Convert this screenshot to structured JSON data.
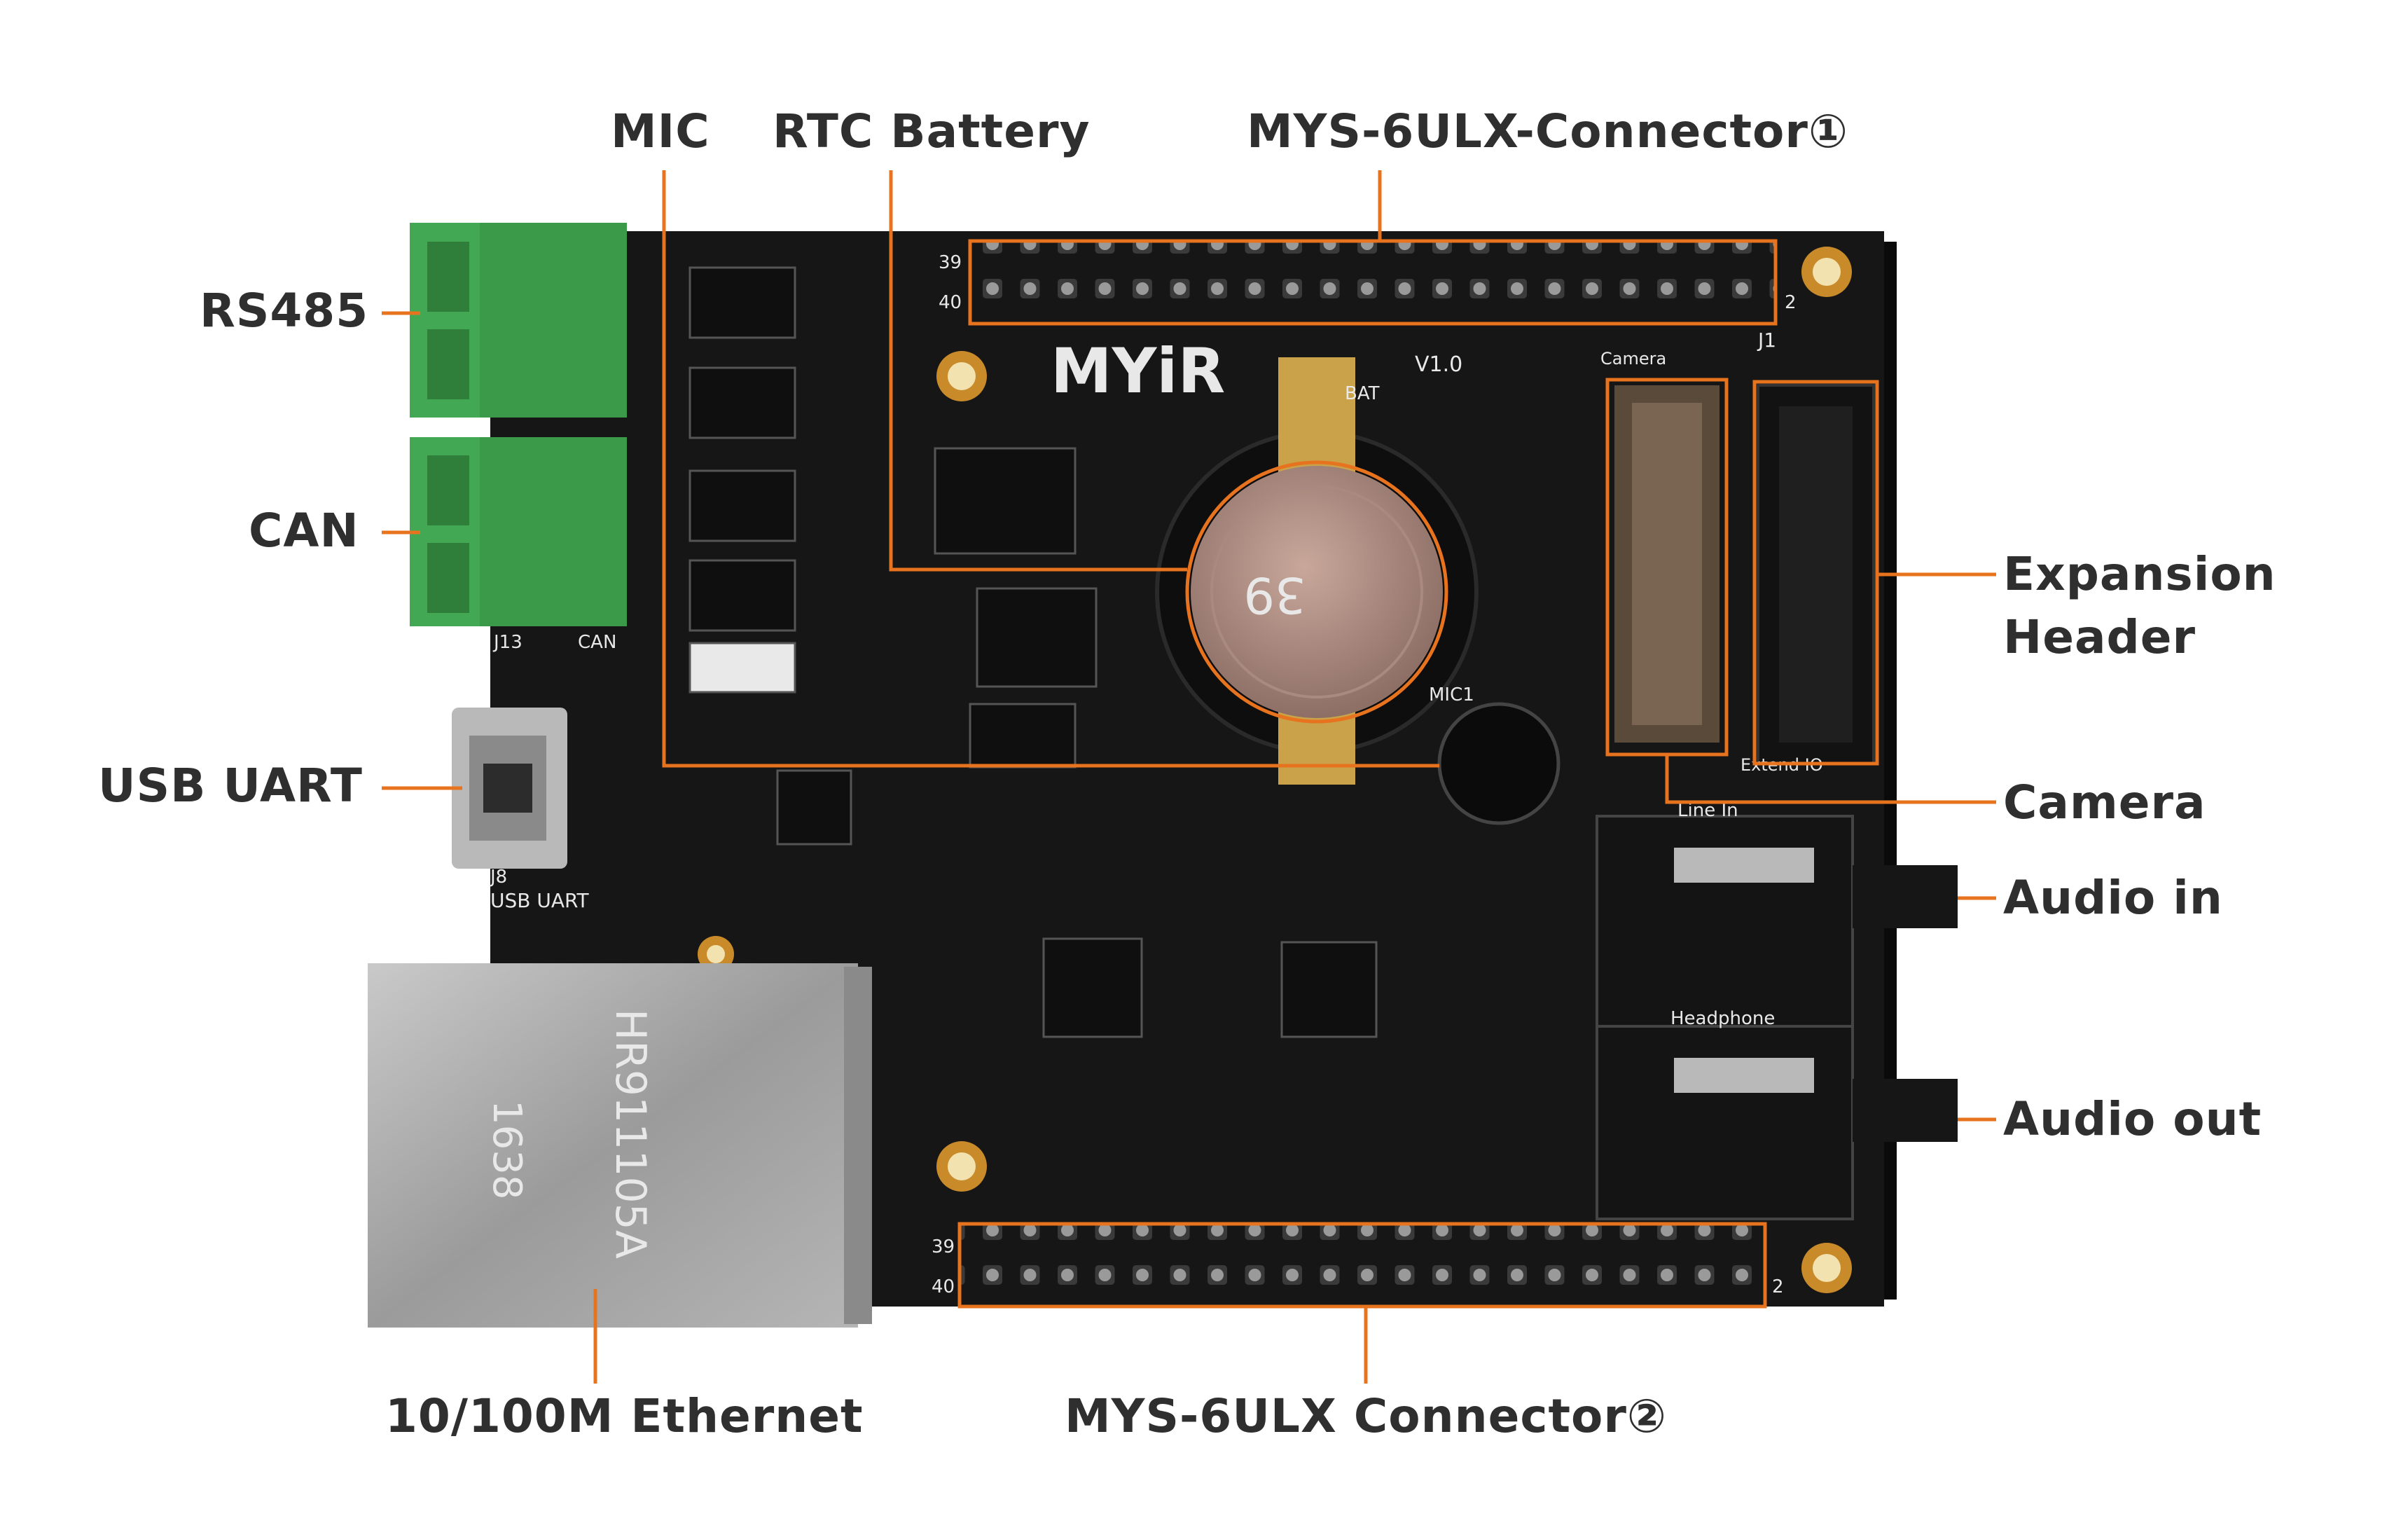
{
  "labels": {
    "mic": "MIC",
    "rtc_battery": "RTC Battery",
    "connector1": "MYS-6ULX-Connector①",
    "rs485": "RS485",
    "can": "CAN",
    "usb_uart": "USB UART",
    "expansion_header_line1": "Expansion",
    "expansion_header_line2": "Header",
    "camera": "Camera",
    "audio_in": "Audio in",
    "audio_out": "Audio out",
    "ethernet": "10/100M Ethernet",
    "connector2": "MYS-6ULX Connector②"
  },
  "board": {
    "logo": "MYiR",
    "version": "V1.0",
    "ethernet_jack_text": "HR911105A",
    "ethernet_date_code": "1638",
    "rtc_cell_code": "39",
    "silk_line_in": "Line In",
    "silk_headphone": "Headphone",
    "silk_camera": "Camera",
    "silk_usb_uart": "USB UART",
    "silk_can": "CAN",
    "silk_extend_io": "Extend IO",
    "silk_bat": "BAT",
    "silk_mic1": "MIC1",
    "silk_j1": "J1",
    "silk_j8": "J8",
    "silk_j13": "J13",
    "silk_pin39": "39",
    "silk_pin40": "40",
    "silk_pin2": "2"
  },
  "colors": {
    "accent": "#e8731f",
    "label_text": "#2f2f2f",
    "pcb": "#161616",
    "terminal_green": "#43a853",
    "rj45_metal": "#a4a4a4"
  }
}
